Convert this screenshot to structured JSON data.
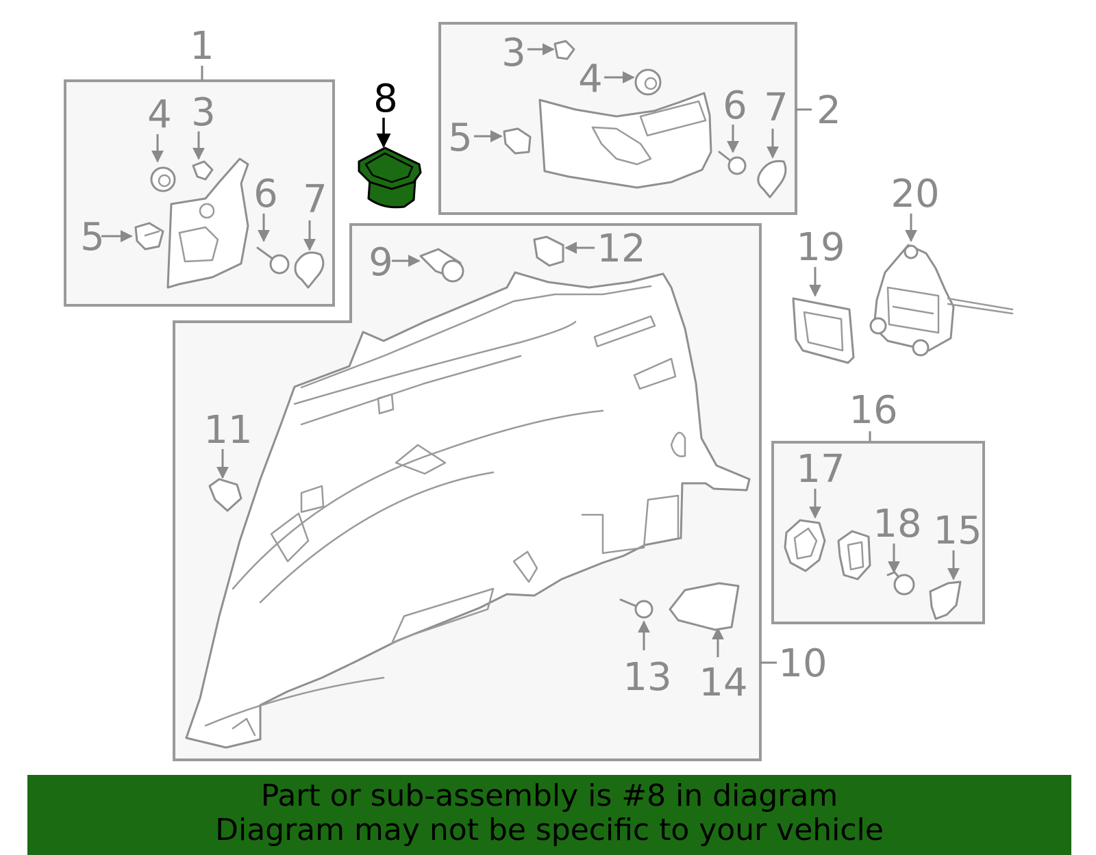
{
  "callouts": {
    "c1": "1",
    "c2": "2",
    "c3a": "3",
    "c4a": "4",
    "c5a": "5",
    "c6a": "6",
    "c7a": "7",
    "c3b": "3",
    "c4b": "4",
    "c5b": "5",
    "c6b": "6",
    "c7b": "7",
    "c8": "8",
    "c9": "9",
    "c10": "10",
    "c11": "11",
    "c12": "12",
    "c13": "13",
    "c14": "14",
    "c15": "15",
    "c16": "16",
    "c17": "17",
    "c18": "18",
    "c19": "19",
    "c20": "20"
  },
  "highlighted_part": "8",
  "colors": {
    "highlight_fill": "#1b6b12",
    "banner_background": "#1b6b12",
    "line_gray": "#8f8f8f",
    "box_fill": "#f7f7f7"
  },
  "banner": {
    "line1": "Part or sub-assembly is #8 in diagram",
    "line2": "Diagram may not be specific to your vehicle"
  }
}
